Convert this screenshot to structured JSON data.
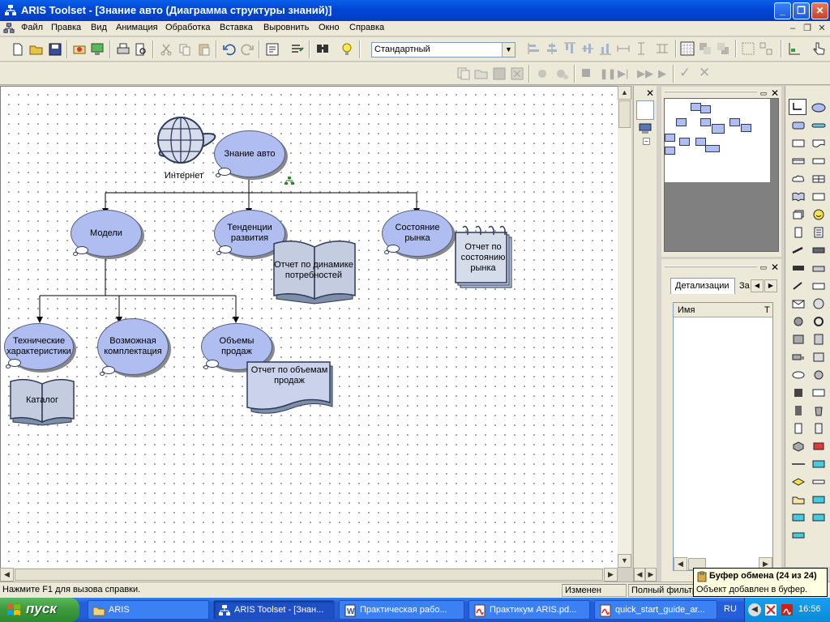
{
  "window": {
    "title": "ARIS Toolset - [Знание авто (Диаграмма структуры знаний)]"
  },
  "menu": [
    "Файл",
    "Правка",
    "Вид",
    "Анимация",
    "Обработка",
    "Вставка",
    "Выровнить",
    "Окно",
    "Справка"
  ],
  "toolbar": {
    "style_value": "Стандартный"
  },
  "diagram": {
    "root": "Знание авто",
    "internet_label": "Интернет",
    "nodes": {
      "models": "Модели",
      "trends": "Тенденции развития",
      "market": "Состояние рынка",
      "tech": "Технические характеристики",
      "config": "Возможная комплектация",
      "volumes": "Объемы продаж"
    },
    "docs": {
      "needs_report": "Отчет по динамике потребностей",
      "market_report": "Отчет по состоянию рынка",
      "catalog": "Каталог",
      "sales_report": "Отчет по объемам продаж"
    }
  },
  "details": {
    "tab_active": "Детализации",
    "tab_next": "За",
    "col_name": "Имя",
    "col_type": "Т"
  },
  "status": {
    "help": "Нажмите F1 для вызова справки.",
    "changed": "Изменен",
    "filter": "Полный фильтр"
  },
  "tooltip": {
    "title": "Буфер обмена (24 из 24)",
    "text": "Объект добавлен в буфер."
  },
  "taskbar": {
    "start": "пуск",
    "tasks": [
      "ARIS",
      "ARIS Toolset - [Знан...",
      "Практическая рабо...",
      "Практикум ARIS.pd...",
      "quick_start_guide_ar..."
    ],
    "lang": "RU",
    "clock": "16:56"
  }
}
